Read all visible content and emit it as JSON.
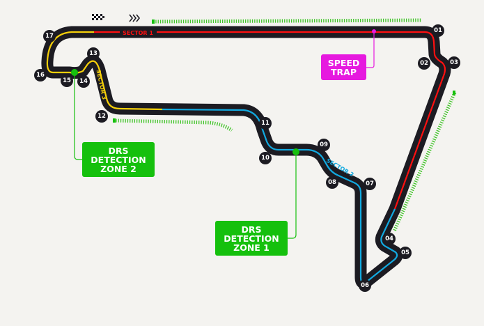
{
  "sectors": {
    "s1": "SECTOR 1",
    "s2": "SECTOR 2",
    "s3": "SECTOR 3"
  },
  "corners": [
    "01",
    "02",
    "03",
    "04",
    "05",
    "06",
    "07",
    "08",
    "09",
    "10",
    "11",
    "12",
    "13",
    "14",
    "15",
    "16",
    "17"
  ],
  "callouts": {
    "speed_trap": [
      "SPEED",
      "TRAP"
    ],
    "drs_zone_1": [
      "DRS",
      "DETECTION",
      "ZONE 1"
    ],
    "drs_zone_2": [
      "DRS",
      "DETECTION",
      "ZONE 2"
    ]
  },
  "icons": {
    "start": "checkered-flag-icon",
    "direction": "triple-chevron-right-icon"
  },
  "colors": {
    "track": "#1c1b22",
    "sector1": "#ff1010",
    "sector2": "#12a9e0",
    "sector3": "#f5cf0a",
    "drs": "#15c00d",
    "speed_trap": "#e619df",
    "background": "#f4f3f0"
  }
}
